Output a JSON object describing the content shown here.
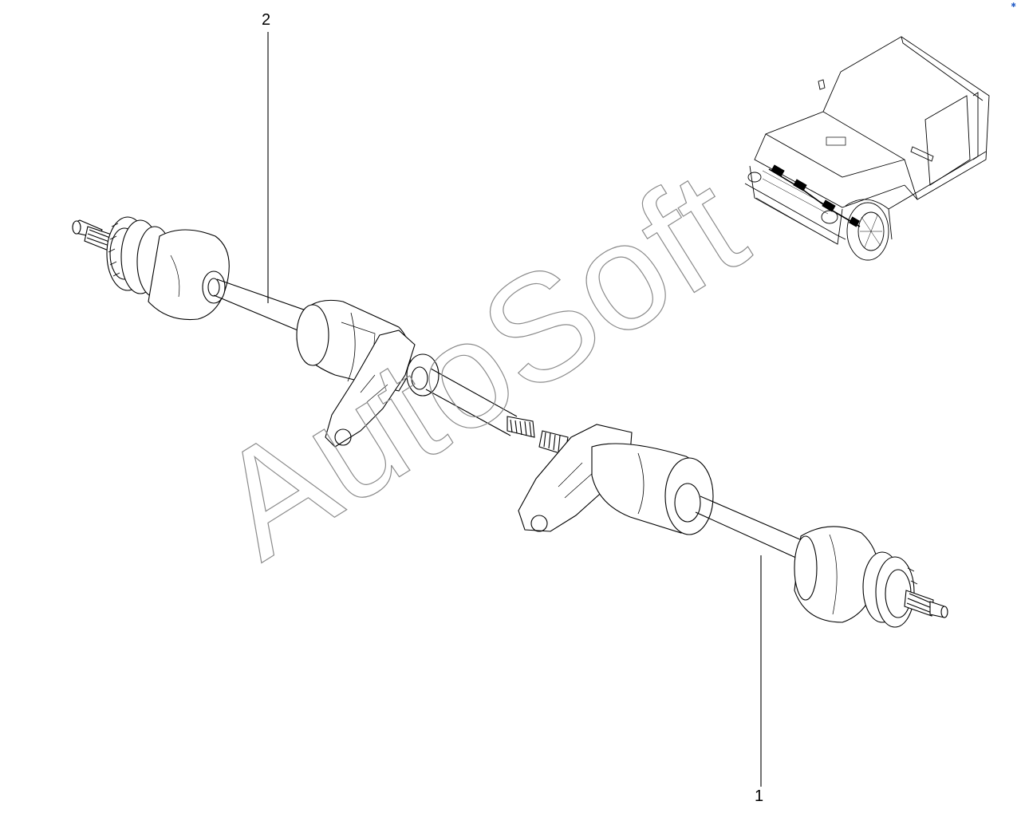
{
  "callouts": {
    "part_1": "1",
    "part_2": "2"
  },
  "watermark": {
    "text": "AutoSoft"
  },
  "colors": {
    "line": "#000000",
    "watermark_outline": "#8a8a8a",
    "background": "#ffffff",
    "corner_mark": "#2a62c9"
  }
}
